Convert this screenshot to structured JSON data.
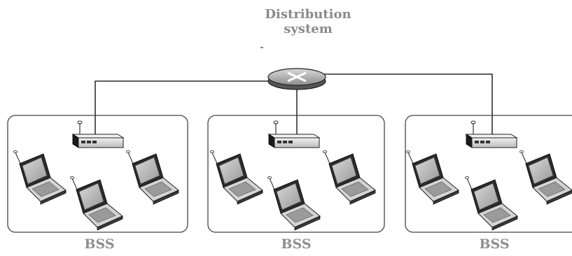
{
  "distribution": {
    "line1": "Distribution",
    "line2": "system"
  },
  "bss_labels": [
    "BSS",
    "BSS",
    "BSS"
  ]
}
